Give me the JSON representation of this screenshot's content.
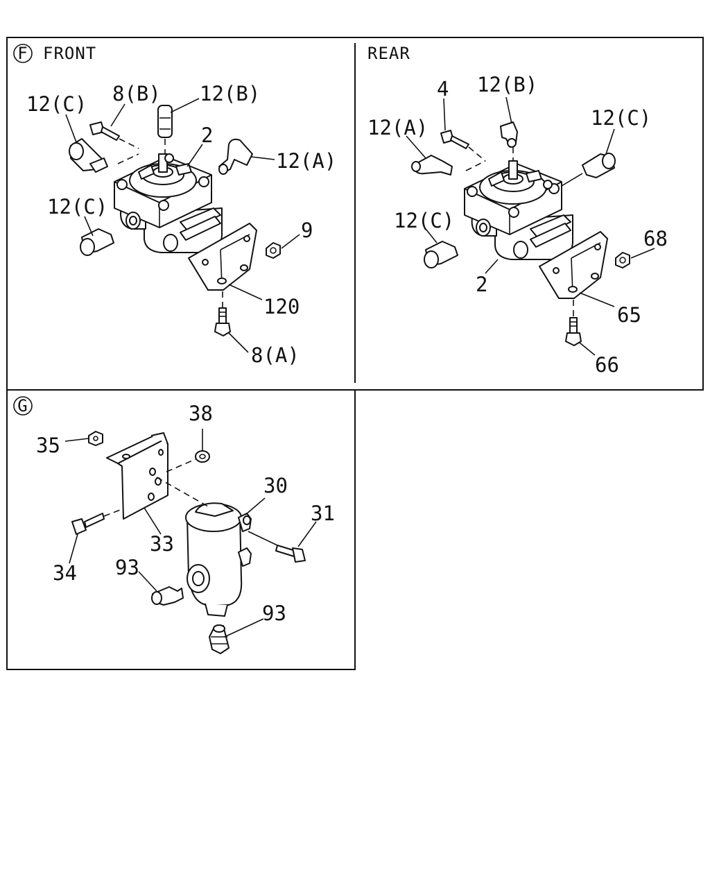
{
  "panels": {
    "front": {
      "marker": "F",
      "title": "FRONT"
    },
    "rear": {
      "title": "REAR"
    },
    "g": {
      "marker": "G"
    }
  },
  "labels": {
    "front_12c_top": "12(C)",
    "front_8b": "8(B)",
    "front_12b": "12(B)",
    "front_2": "2",
    "front_12a": "12(A)",
    "front_12c_side": "12(C)",
    "front_9": "9",
    "front_120": "120",
    "front_8a": "8(A)",
    "rear_4": "4",
    "rear_12b": "12(B)",
    "rear_12a": "12(A)",
    "rear_12c_top": "12(C)",
    "rear_12c_side": "12(C)",
    "rear_68": "68",
    "rear_2": "2",
    "rear_65": "65",
    "rear_66": "66",
    "g_35": "35",
    "g_38": "38",
    "g_30": "30",
    "g_31": "31",
    "g_33": "33",
    "g_34": "34",
    "g_93_a": "93",
    "g_93_b": "93"
  }
}
